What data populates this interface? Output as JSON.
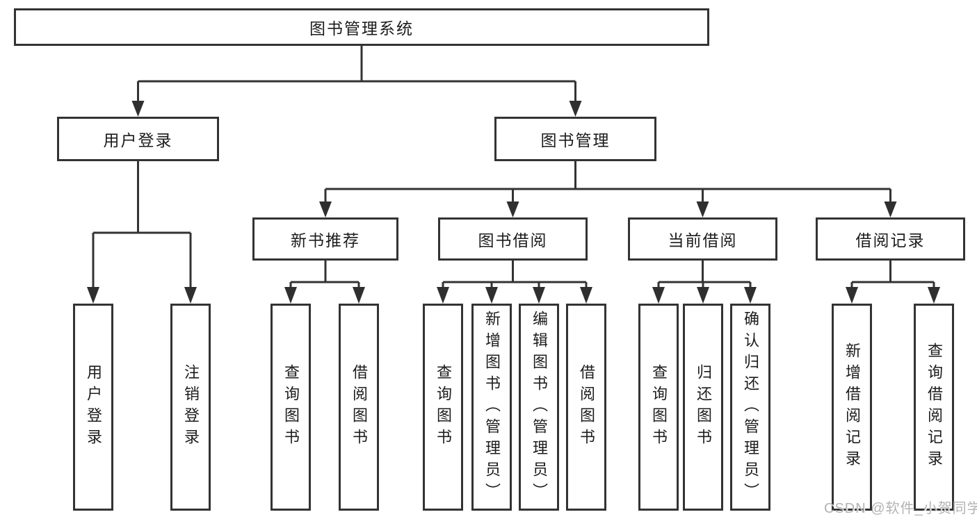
{
  "diagram_type": "tree",
  "tree": {
    "root": "图书管理系统",
    "children": [
      {
        "label": "用户登录",
        "children": [
          "用户登录",
          "注销登录"
        ]
      },
      {
        "label": "图书管理",
        "children": [
          {
            "label": "新书推荐",
            "children": [
              "查询图书",
              "借阅图书"
            ]
          },
          {
            "label": "图书借阅",
            "children": [
              "查询图书",
              "新增图书（管理员）",
              "编辑图书（管理员）",
              "借阅图书"
            ]
          },
          {
            "label": "当前借阅",
            "children": [
              "查询图书",
              "归还图书",
              "确认归还（管理员）"
            ]
          },
          {
            "label": "借阅记录",
            "children": [
              "新增借阅记录",
              "查询借阅记录"
            ]
          }
        ]
      }
    ]
  },
  "watermark": "CSDN @软件_小贺同学",
  "colors": {
    "line": "#333333",
    "box_border": "#333333",
    "box_fill": "#ffffff",
    "text": "#1c1c1c",
    "watermark": "#b3b3b3",
    "background": "#ffffff"
  }
}
